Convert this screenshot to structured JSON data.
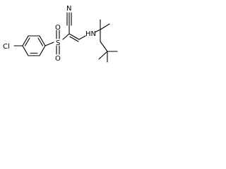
{
  "molecule": {
    "atoms": {
      "chlorine": "Cl",
      "oxygen_top": "O",
      "sulfur": "S",
      "oxygen_bottom": "O",
      "nitrile_nitrogen": "N",
      "amine": "HN"
    }
  },
  "colors": {
    "bond": "#000000",
    "label": "#000000",
    "background": "#ffffff"
  }
}
